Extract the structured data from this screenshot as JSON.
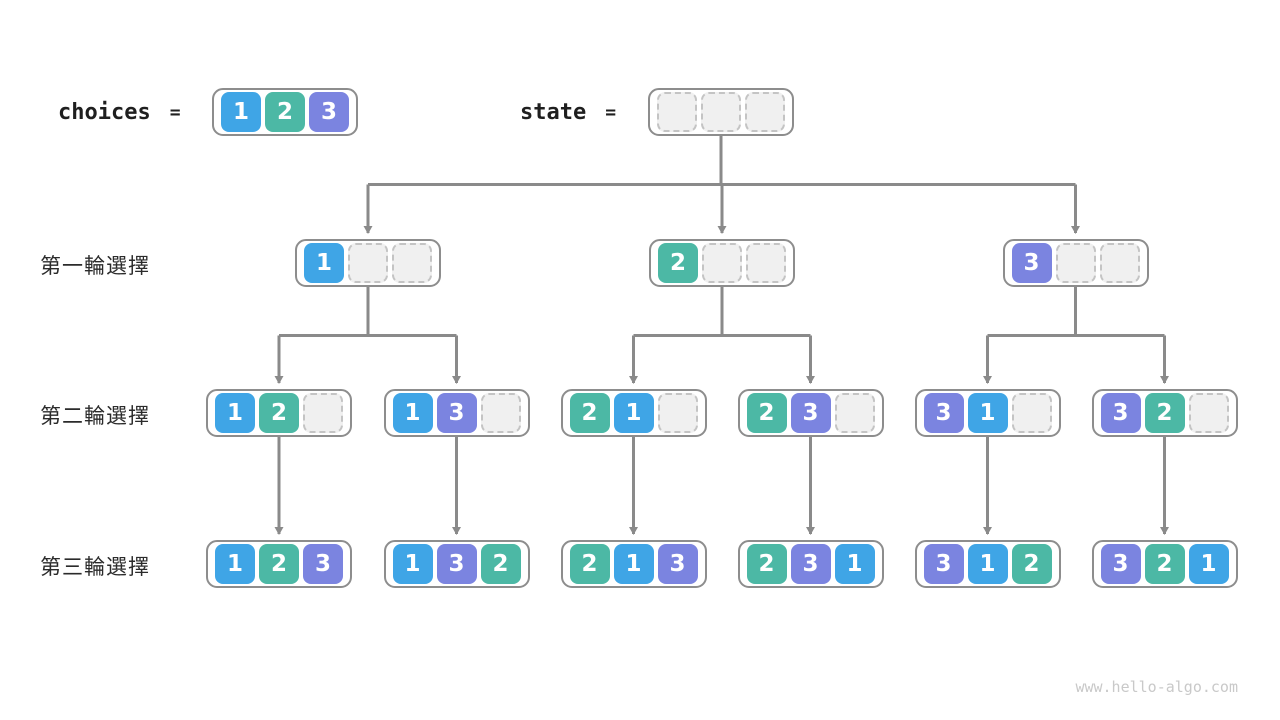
{
  "colors": {
    "c1": "#3FA5E6",
    "c2": "#4CB8A5",
    "c3": "#7B84E0",
    "empty_fill": "#F0F0F0",
    "empty_border": "#C4C4C4",
    "box_border": "#8D8D8D",
    "arrow": "#8A8A8A",
    "label_text": "#1F1F1F",
    "watermark_text": "#C9C9C9"
  },
  "header": {
    "choices_label": "choices",
    "choices_equals": "=",
    "choices_values": [
      "1",
      "2",
      "3"
    ],
    "state_label": "state",
    "state_equals": "=",
    "state_slots": 3
  },
  "tree": {
    "rows": [
      {
        "label": "第一輪選擇",
        "nodes": [
          [
            "1",
            null,
            null
          ],
          [
            "2",
            null,
            null
          ],
          [
            "3",
            null,
            null
          ]
        ]
      },
      {
        "label": "第二輪選擇",
        "nodes": [
          [
            "1",
            "2",
            null
          ],
          [
            "1",
            "3",
            null
          ],
          [
            "2",
            "1",
            null
          ],
          [
            "2",
            "3",
            null
          ],
          [
            "3",
            "1",
            null
          ],
          [
            "3",
            "2",
            null
          ]
        ]
      },
      {
        "label": "第三輪選擇",
        "nodes": [
          [
            "1",
            "2",
            "3"
          ],
          [
            "1",
            "3",
            "2"
          ],
          [
            "2",
            "1",
            "3"
          ],
          [
            "2",
            "3",
            "1"
          ],
          [
            "3",
            "1",
            "2"
          ],
          [
            "3",
            "2",
            "1"
          ]
        ]
      }
    ]
  },
  "watermark": "www.hello-algo.com"
}
